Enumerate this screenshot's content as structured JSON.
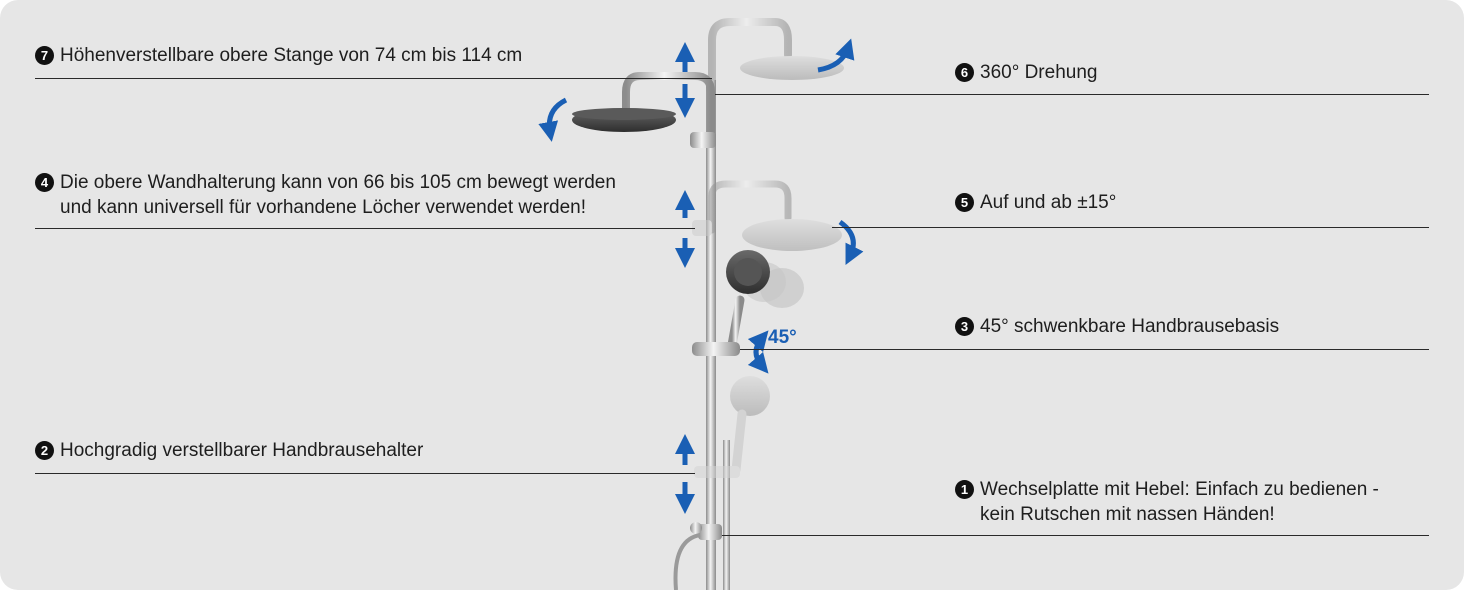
{
  "features": [
    {
      "id": "7",
      "badge": "7",
      "line1": "Höhenverstellbare obere Stange von 74 cm bis 114 cm",
      "line2": ""
    },
    {
      "id": "4",
      "badge": "4",
      "line1": "Die obere Wandhalterung kann von 66 bis 105 cm bewegt werden",
      "line2": "und kann universell für vorhandene Löcher verwendet werden!"
    },
    {
      "id": "2",
      "badge": "2",
      "line1": "Hochgradig verstellbarer Handbrausehalter",
      "line2": ""
    },
    {
      "id": "6",
      "badge": "6",
      "line1": "360° Drehung",
      "line2": ""
    },
    {
      "id": "5",
      "badge": "5",
      "line1": "Auf und ab ±15°",
      "line2": ""
    },
    {
      "id": "3",
      "badge": "3",
      "line1": "45° schwenkbare Handbrausebasis",
      "line2": ""
    },
    {
      "id": "1",
      "badge": "1",
      "line1": "Wechselplatte mit Hebel: Einfach zu bedienen -",
      "line2": "kein Rutschen mit nassen Händen!"
    }
  ],
  "angle_label": "45°",
  "colors": {
    "background": "#e6e6e6",
    "arrow_blue": "#1a5fb4",
    "chrome": "#bfbfbf",
    "shower_head_dark": "#3a3a3a"
  }
}
